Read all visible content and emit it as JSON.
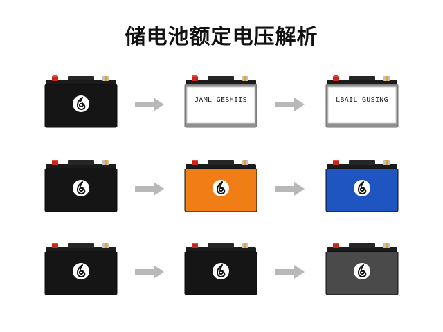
{
  "title": "储电池额定电压解析",
  "colors": {
    "black": "#151515",
    "orange": "#f07d16",
    "blue": "#1f55c0",
    "gray": "#4a4a4a",
    "arrow": "#b8b8b8"
  },
  "rows": [
    {
      "cells": [
        {
          "style": "black"
        },
        {
          "style": "label",
          "text": "JAML GESHIIS"
        },
        {
          "style": "label",
          "text": "LBAIL GUSING"
        }
      ]
    },
    {
      "cells": [
        {
          "style": "black"
        },
        {
          "style": "orange"
        },
        {
          "style": "blue"
        }
      ]
    },
    {
      "cells": [
        {
          "style": "black"
        },
        {
          "style": "black"
        },
        {
          "style": "gray"
        }
      ]
    }
  ]
}
